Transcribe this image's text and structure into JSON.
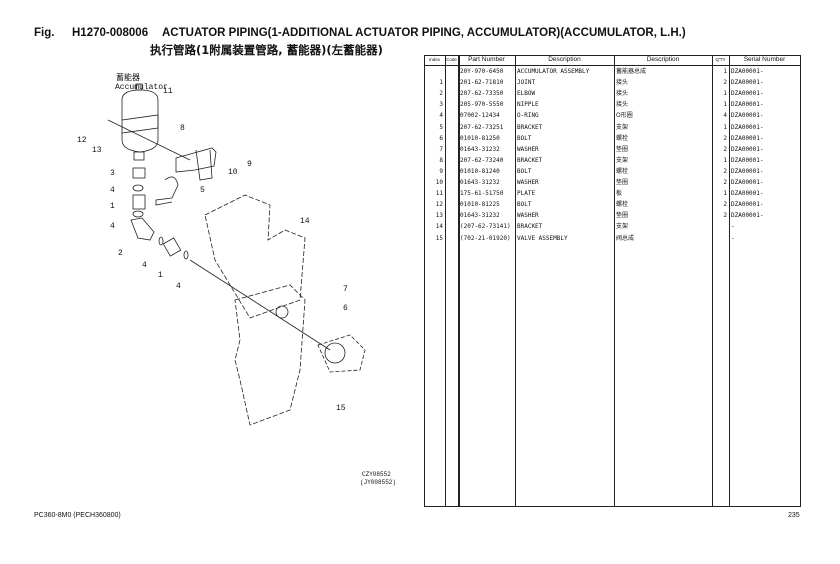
{
  "header": {
    "fig_label": "Fig.",
    "fig_number": "H1270-008006",
    "title_en": "ACTUATOR PIPING(1-ADDITIONAL ACTUATOR PIPING, ACCUMULATOR)(ACCUMULATOR, L.H.)",
    "title_cn": "执行管路(1附属装置管路, 蓄能器)(左蓄能器)"
  },
  "diagram": {
    "accumulator_cn": "蓄能器",
    "accumulator_en": "Accumulator",
    "callouts": [
      "11",
      "12",
      "13",
      "8",
      "10",
      "9",
      "3",
      "4",
      "1",
      "4",
      "2",
      "5",
      "14",
      "4",
      "1",
      "4",
      "7",
      "6",
      "15"
    ],
    "drawing_code": "CZY08552",
    "drawing_code2": "(JY008552)"
  },
  "table": {
    "headers": [
      "Index",
      "Code",
      "Part Number",
      "Description",
      "Description",
      "Q'TY",
      "Serial Number"
    ],
    "rows": [
      {
        "index": "",
        "code": "",
        "part": "20Y-970-6450",
        "desc": "ACCUMULATOR ASSEMBLY",
        "desc_cn": "蓄能器总成",
        "qty": "1",
        "serial": "DZA00001-"
      },
      {
        "index": "1",
        "code": "",
        "part": "201-62-71810",
        "desc": "JOINT",
        "desc_cn": "接头",
        "qty": "2",
        "serial": "DZA00001-"
      },
      {
        "index": "2",
        "code": "",
        "part": "207-62-73350",
        "desc": "ELBOW",
        "desc_cn": "接头",
        "qty": "1",
        "serial": "DZA00001-"
      },
      {
        "index": "3",
        "code": "",
        "part": "205-970-5550",
        "desc": "NIPPLE",
        "desc_cn": "接头",
        "qty": "1",
        "serial": "DZA00001-"
      },
      {
        "index": "4",
        "code": "",
        "part": "07002-12434",
        "desc": "O-RING",
        "desc_cn": "O形圈",
        "qty": "4",
        "serial": "DZA00001-"
      },
      {
        "index": "5",
        "code": "",
        "part": "207-62-73251",
        "desc": "BRACKET",
        "desc_cn": "支架",
        "qty": "1",
        "serial": "DZA00001-"
      },
      {
        "index": "6",
        "code": "",
        "part": "01010-81250",
        "desc": "BOLT",
        "desc_cn": "螺栓",
        "qty": "2",
        "serial": "DZA00001-"
      },
      {
        "index": "7",
        "code": "",
        "part": "01643-31232",
        "desc": "WASHER",
        "desc_cn": "垫圈",
        "qty": "2",
        "serial": "DZA00001-"
      },
      {
        "index": "8",
        "code": "",
        "part": "207-62-73240",
        "desc": "BRACKET",
        "desc_cn": "支架",
        "qty": "1",
        "serial": "DZA00001-"
      },
      {
        "index": "9",
        "code": "",
        "part": "01010-81240",
        "desc": "BOLT",
        "desc_cn": "螺栓",
        "qty": "2",
        "serial": "DZA00001-"
      },
      {
        "index": "10",
        "code": "",
        "part": "01643-31232",
        "desc": "WASHER",
        "desc_cn": "垫圈",
        "qty": "2",
        "serial": "DZA00001-"
      },
      {
        "index": "11",
        "code": "",
        "part": "175-61-51750",
        "desc": "PLATE",
        "desc_cn": "板",
        "qty": "1",
        "serial": "DZA00001-"
      },
      {
        "index": "12",
        "code": "",
        "part": "01010-81225",
        "desc": "BOLT",
        "desc_cn": "螺栓",
        "qty": "2",
        "serial": "DZA00001-"
      },
      {
        "index": "13",
        "code": "",
        "part": "01643-31232",
        "desc": "WASHER",
        "desc_cn": "垫圈",
        "qty": "2",
        "serial": "DZA00001-"
      },
      {
        "index": "14",
        "code": "",
        "part": "(207-62-73141)",
        "desc": "BRACKET",
        "desc_cn": "支架",
        "qty": "",
        "serial": "-"
      },
      {
        "index": "15",
        "code": "",
        "part": "(702-21-01920)",
        "desc": "VALVE ASSEMBLY",
        "desc_cn": "阀总成",
        "qty": "",
        "serial": "-"
      }
    ]
  },
  "footer": {
    "model": "PC360-8M0  (PECH360800)",
    "page": "235"
  }
}
